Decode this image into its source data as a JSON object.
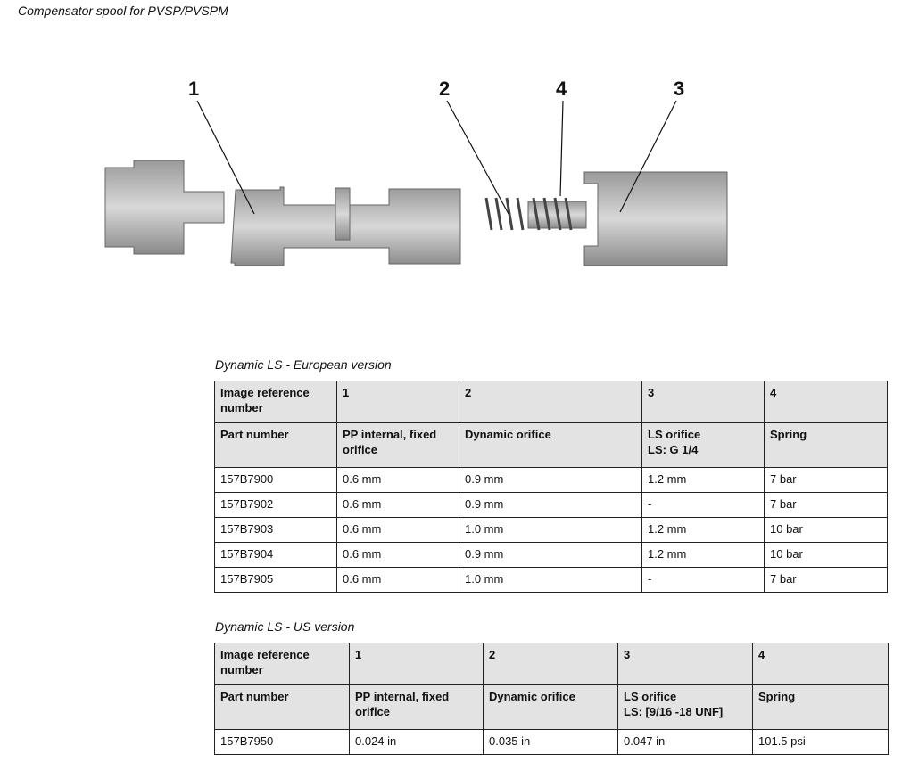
{
  "title": "Compensator spool for PVSP/PVSPM",
  "diagram": {
    "labels": [
      "1",
      "2",
      "4",
      "3"
    ]
  },
  "eu": {
    "caption": "Dynamic LS - European version",
    "ref_row": [
      "Image reference number",
      "1",
      "2",
      "3",
      "4"
    ],
    "head_row": [
      "Part number",
      "PP internal, fixed orifice",
      "Dynamic orifice",
      "LS orifice",
      "Spring"
    ],
    "ls_sub": "LS: G 1/4",
    "rows": [
      [
        "157B7900",
        "0.6 mm",
        "0.9 mm",
        "1.2 mm",
        "7 bar"
      ],
      [
        "157B7902",
        "0.6 mm",
        "0.9 mm",
        "-",
        "7 bar"
      ],
      [
        "157B7903",
        "0.6 mm",
        "1.0 mm",
        "1.2 mm",
        "10 bar"
      ],
      [
        "157B7904",
        "0.6 mm",
        "0.9 mm",
        "1.2 mm",
        "10 bar"
      ],
      [
        "157B7905",
        "0.6 mm",
        "1.0 mm",
        "-",
        "7 bar"
      ]
    ]
  },
  "us": {
    "caption": "Dynamic LS - US version",
    "ref_row": [
      "Image reference number",
      "1",
      "2",
      "3",
      "4"
    ],
    "head_row": [
      "Part number",
      "PP internal, fixed orifice",
      "Dynamic orifice",
      "LS orifice",
      "Spring"
    ],
    "ls_sub": "LS: [9/16 -18 UNF]",
    "rows": [
      [
        "157B7950",
        "0.024 in",
        "0.035 in",
        "0.047 in",
        "101.5 psi"
      ]
    ]
  }
}
